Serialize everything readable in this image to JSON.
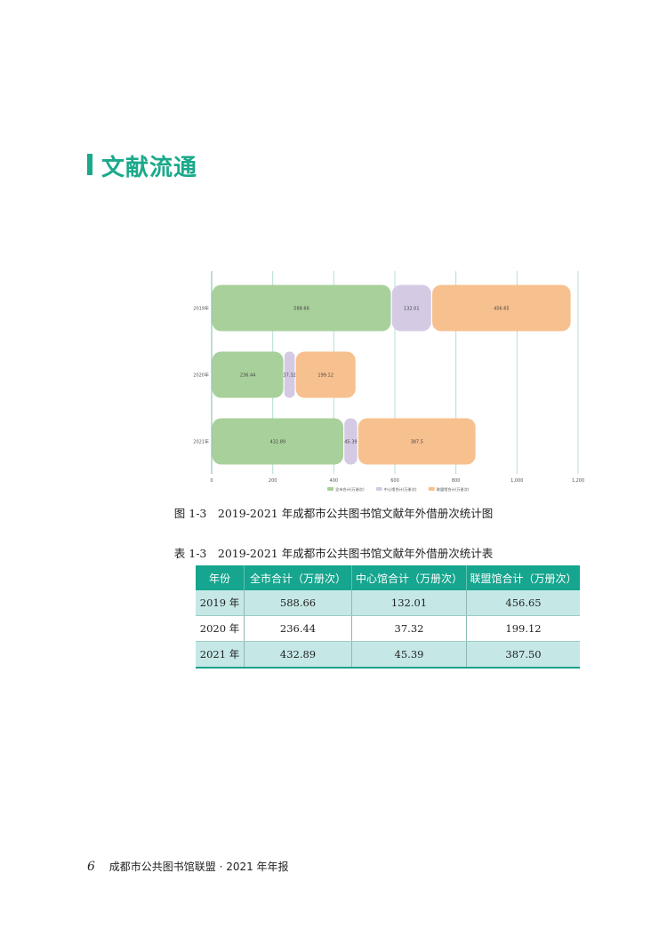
{
  "section": {
    "title": "文献流通"
  },
  "figure": {
    "caption": "图 1-3　2019-2021 年成都市公共图书馆文献年外借册次统计图"
  },
  "chart_data": {
    "type": "bar",
    "orientation": "horizontal",
    "stacked": true,
    "categories": [
      "2019年",
      "2020年",
      "2021年"
    ],
    "series": [
      {
        "name": "全市合计(万册次)",
        "color": "#a8d09a",
        "values": [
          588.66,
          236.44,
          432.89
        ],
        "labels": [
          "588.66",
          "236.44",
          "432.89"
        ]
      },
      {
        "name": "中心馆合计(万册次)",
        "color": "#d4cae4",
        "values": [
          132.01,
          37.32,
          45.39
        ],
        "labels": [
          "132.01",
          "37.32",
          "45.39"
        ]
      },
      {
        "name": "联盟馆合计(万册次)",
        "color": "#f7c08f",
        "values": [
          456.65,
          199.12,
          387.5
        ],
        "labels": [
          "456.65",
          "199.12",
          "387.5"
        ]
      }
    ],
    "xlim": [
      0,
      1200
    ],
    "xticks": [
      "0",
      "200",
      "400",
      "600",
      "800",
      "1,000",
      "1,200"
    ],
    "grid": true,
    "legend": "bottom"
  },
  "table": {
    "caption": "表 1-3　2019-2021 年成都市公共图书馆文献年外借册次统计表",
    "headers": [
      "年份",
      "全市合计（万册次）",
      "中心馆合计（万册次）",
      "联盟馆合计（万册次）"
    ],
    "rows": [
      [
        "2019 年",
        "588.66",
        "132.01",
        "456.65"
      ],
      [
        "2020 年",
        "236.44",
        "37.32",
        "199.12"
      ],
      [
        "2021 年",
        "432.89",
        "45.39",
        "387.50"
      ]
    ]
  },
  "footer": {
    "page": "6",
    "text": "成都市公共图书馆联盟 · 2021 年年报"
  }
}
